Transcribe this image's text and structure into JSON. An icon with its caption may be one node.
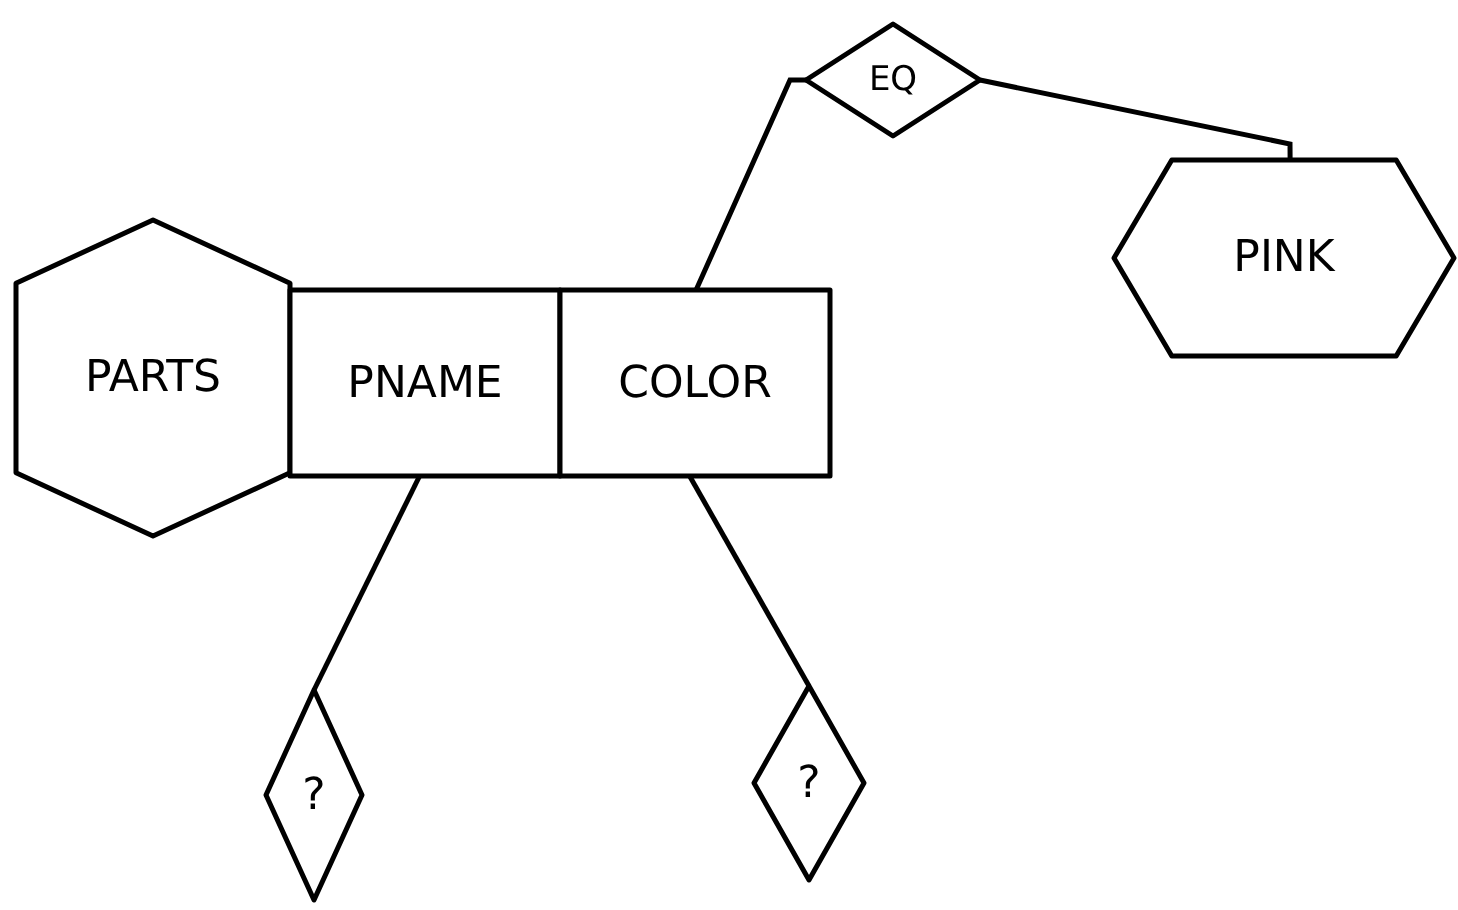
{
  "diagram": {
    "nodes": [
      {
        "text": [
          "EQ"
        ]
      },
      {
        "text": [
          "PINK"
        ]
      },
      {
        "text": [
          "PARTS"
        ]
      },
      {
        "text": [
          "PNAME"
        ]
      },
      {
        "text": [
          "COLOR"
        ]
      },
      {
        "text": [
          "?"
        ]
      },
      {
        "text": [
          "?"
        ]
      }
    ],
    "edges": [
      {
        "from": 4,
        "to": 0,
        "arrow": "none"
      },
      {
        "from": 0,
        "to": 1,
        "arrow": "none"
      },
      {
        "from": 3,
        "to": 5,
        "arrow": "none"
      },
      {
        "from": 4,
        "to": 6,
        "arrow": "none"
      }
    ]
  }
}
